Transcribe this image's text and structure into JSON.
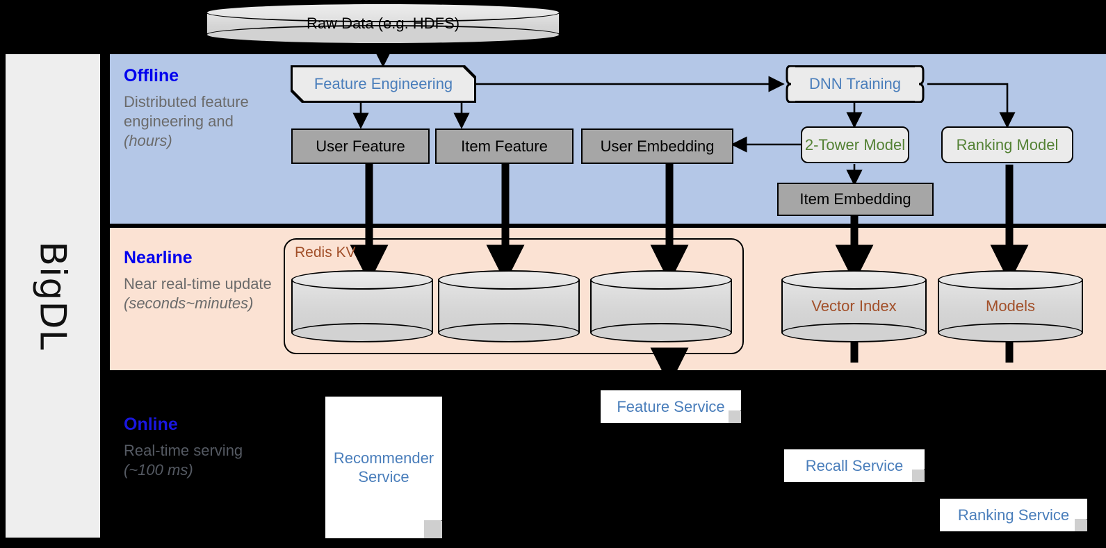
{
  "diagram": {
    "framework_label": "BigDL",
    "source": {
      "label": "Raw Data (e.g. HDFS)"
    },
    "stages": [
      {
        "id": "offline",
        "title": "Offline",
        "description": "Distributed feature engineering and ",
        "description_em": "(hours)",
        "band_color": "#b4c7e7"
      },
      {
        "id": "nearline",
        "title": "Nearline",
        "description": "Near real-time update ",
        "description_em": "(seconds~minutes)",
        "band_color": "#fbe2d3"
      },
      {
        "id": "online",
        "title": "Online",
        "description": "Real-time serving ",
        "description_em": "(~100 ms)",
        "band_color": "#000000"
      }
    ],
    "offline_nodes": {
      "feature_engineering": "Feature Engineering",
      "dnn_training": "DNN Training",
      "user_feature": "User Feature",
      "item_feature": "Item Feature",
      "user_embedding": "User Embedding",
      "two_tower_model": "2-Tower Model",
      "ranking_model": "Ranking Model",
      "item_embedding": "Item Embedding"
    },
    "nearline_nodes": {
      "redis_group": "Redis KV",
      "store_user_feature": "",
      "store_item_feature": "",
      "store_user_embedding": "",
      "vector_index": "Vector Index",
      "models": "Models"
    },
    "online_nodes": {
      "recommender_service": "Recommender Service",
      "feature_service": "Feature Service",
      "recall_service": "Recall Service",
      "ranking_service": "Ranking Service"
    },
    "colors": {
      "offline_band": "#b4c7e7",
      "nearline_band": "#fbe2d3",
      "online_band": "#000000",
      "stage_title": "#0000ee",
      "stage_desc": "#6b6b6b",
      "blue_text": "#4a7ebb",
      "green_text": "#548235",
      "brown_text": "#a2502a",
      "grey_box": "#a6a6a6",
      "light_box": "#ebebeb",
      "rail": "#eeeeee"
    }
  }
}
